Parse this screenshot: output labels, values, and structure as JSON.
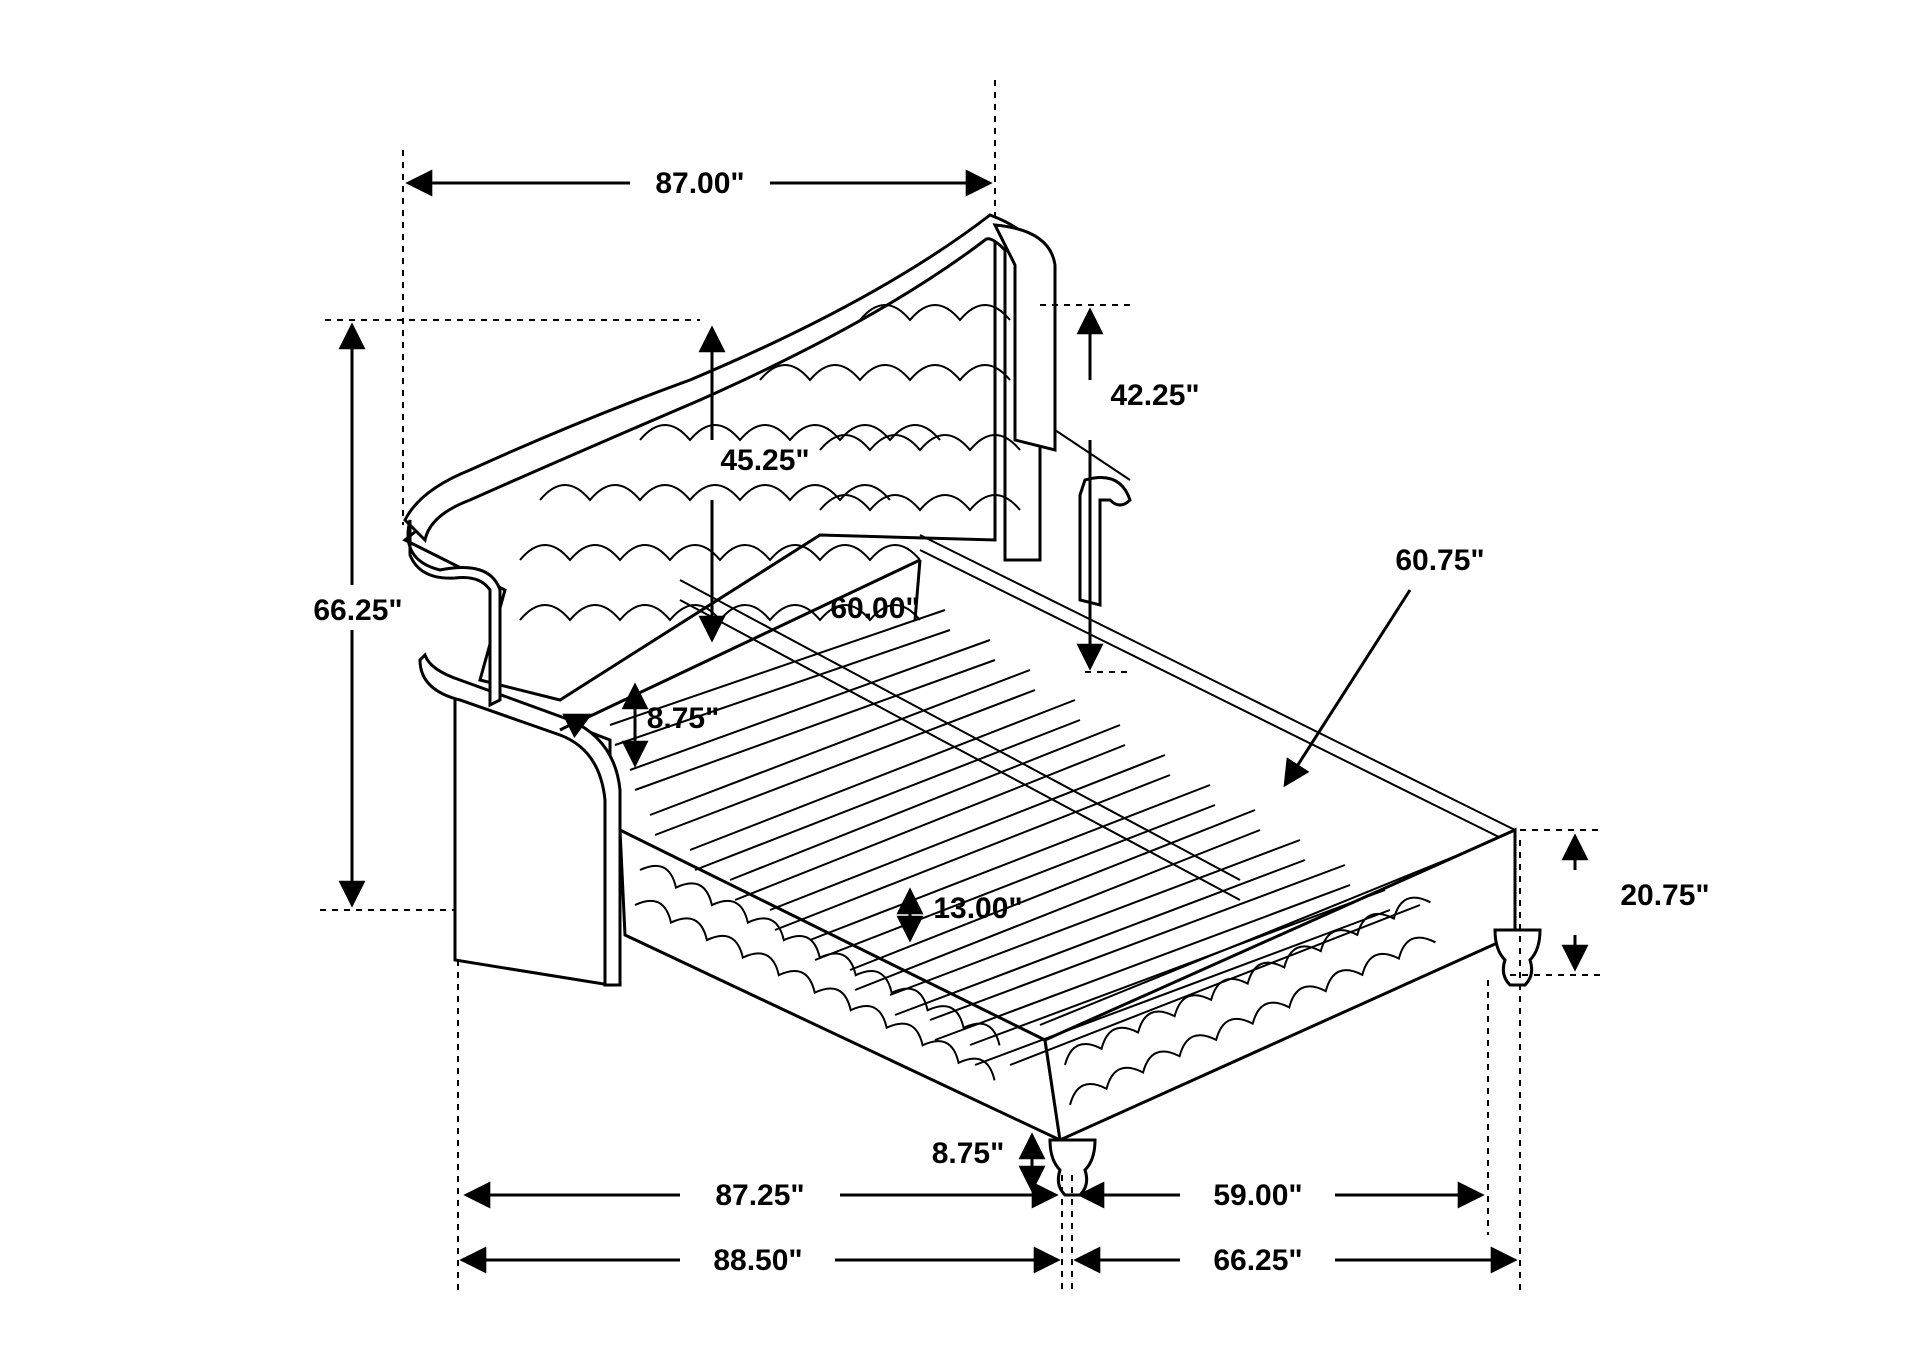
{
  "dimensions": {
    "overall_width_top": "87.00\"",
    "headboard_height": "45.25\"",
    "overall_height": "66.25\"",
    "wing_height": "42.25\"",
    "inner_width": "60.00\"",
    "diagonal": "60.75\"",
    "rail_height": "8.75\"",
    "side_rail_depth": "13.00\"",
    "footboard_height": "20.75\"",
    "leg_height": "8.75\"",
    "length_inner": "87.25\"",
    "width_inner": "59.00\"",
    "length_overall": "88.50\"",
    "width_overall": "66.25\""
  }
}
